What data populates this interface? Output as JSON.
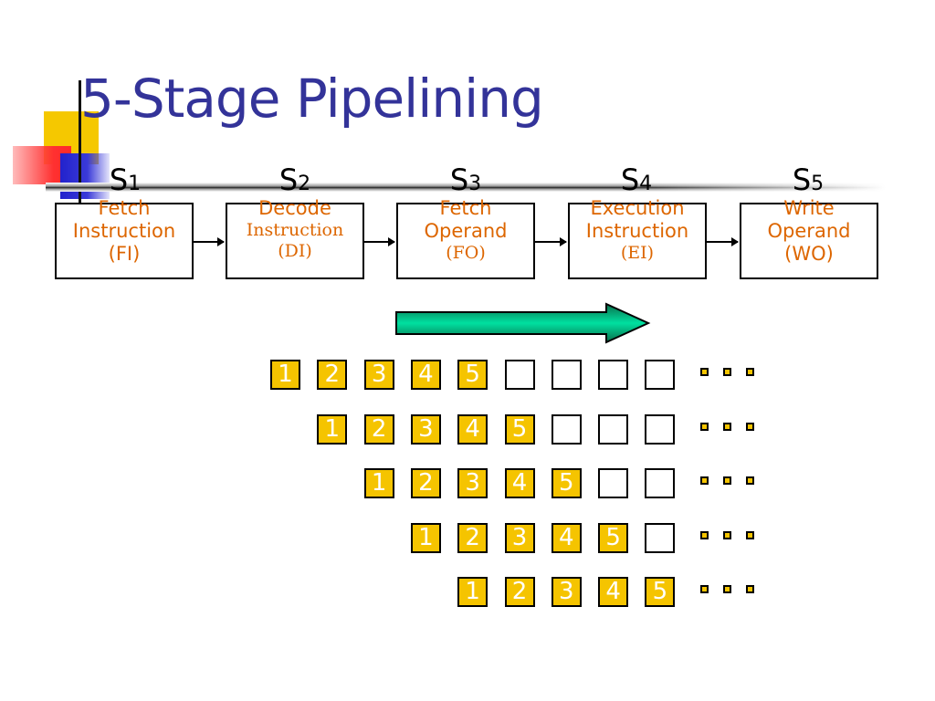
{
  "slide": {
    "title": "5-Stage Pipelining"
  },
  "stages": [
    {
      "label_main": "S",
      "label_sub": "1",
      "line1": "Fetch",
      "line2": "Instruction",
      "line3": "(FI)",
      "line2_serif": false,
      "line3_serif": false
    },
    {
      "label_main": "S",
      "label_sub": "2",
      "line1": "Decode",
      "line2": "Instruction",
      "line3": "(DI)",
      "line2_serif": true,
      "line3_serif": true
    },
    {
      "label_main": "S",
      "label_sub": "3",
      "line1": "Fetch",
      "line2": "Operand",
      "line3": "(FO)",
      "line2_serif": false,
      "line3_serif": true
    },
    {
      "label_main": "S",
      "label_sub": "4",
      "line1": "Execution",
      "line2": "Instruction",
      "line3": "(EI)",
      "line2_serif": false,
      "line3_serif": true
    },
    {
      "label_main": "S",
      "label_sub": "5",
      "line1": "Write",
      "line2": "Operand",
      "line3": "(WO)",
      "line2_serif": false,
      "line3_serif": false
    }
  ],
  "timing_rows": [
    {
      "cells": [
        "1",
        "2",
        "3",
        "4",
        "5",
        "",
        "",
        "",
        ""
      ]
    },
    {
      "cells": [
        "1",
        "2",
        "3",
        "4",
        "5",
        "",
        "",
        ""
      ]
    },
    {
      "cells": [
        "1",
        "2",
        "3",
        "4",
        "5",
        "",
        ""
      ]
    },
    {
      "cells": [
        "1",
        "2",
        "3",
        "4",
        "5",
        ""
      ]
    },
    {
      "cells": [
        "1",
        "2",
        "3",
        "4",
        "5"
      ]
    }
  ],
  "colors": {
    "title": "#333399",
    "stage_text": "#dd6600",
    "cell_fill": "#f5c400",
    "arrow_gradient": [
      "#0a6e4a",
      "#00e0a0",
      "#0a6e4a"
    ]
  }
}
